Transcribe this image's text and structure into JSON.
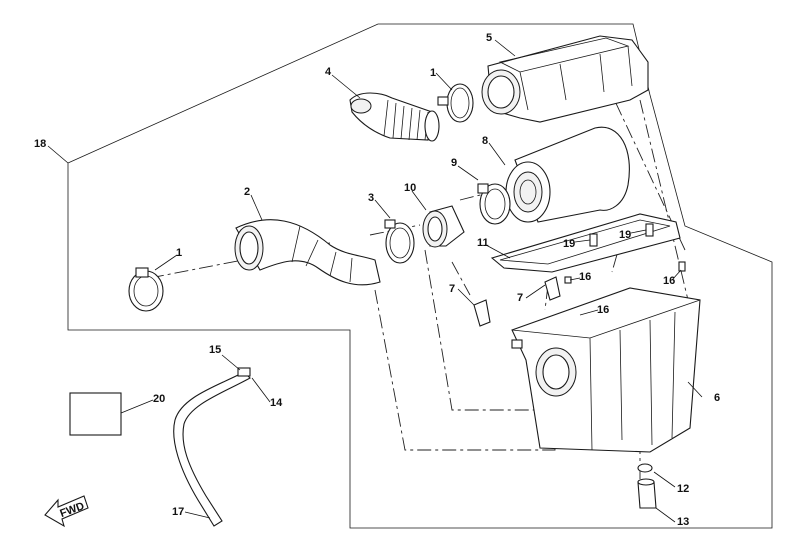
{
  "diagram": {
    "callouts": {
      "c1a": "1",
      "c1b": "1",
      "c2": "2",
      "c3": "3",
      "c4": "4",
      "c5": "5",
      "c6": "6",
      "c7a": "7",
      "c7b": "7",
      "c8": "8",
      "c9": "9",
      "c10": "10",
      "c11": "11",
      "c12": "12",
      "c13": "13",
      "c14": "14",
      "c15": "15",
      "c16a": "16",
      "c16b": "16",
      "c16c": "16",
      "c17": "17",
      "c18": "18",
      "c19a": "19",
      "c19b": "19",
      "c20": "20"
    },
    "fwd_label": "FWD"
  }
}
